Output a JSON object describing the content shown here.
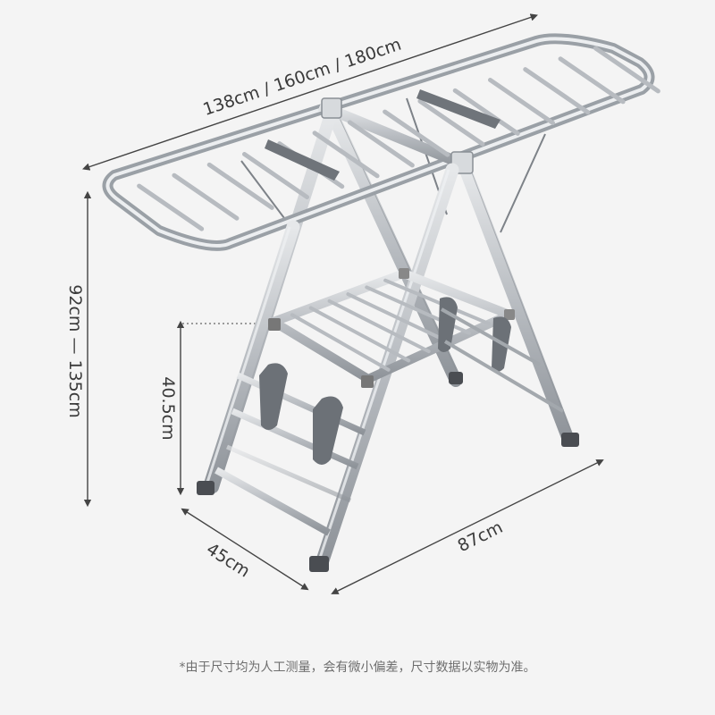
{
  "dimensions": {
    "length": "138cm / 160cm / 180cm",
    "height": "92cm — 135cm",
    "lower_height": "40.5cm",
    "depth": "45cm",
    "width": "87cm"
  },
  "footnote": "*由于尺寸均为人工测量，会有微小偏差，尺寸数据以实物为准。",
  "colors": {
    "background": "#f4f4f4",
    "steel": "#bfc3c7",
    "steel_dark": "#8a8f95",
    "text": "#3a3a3a"
  }
}
